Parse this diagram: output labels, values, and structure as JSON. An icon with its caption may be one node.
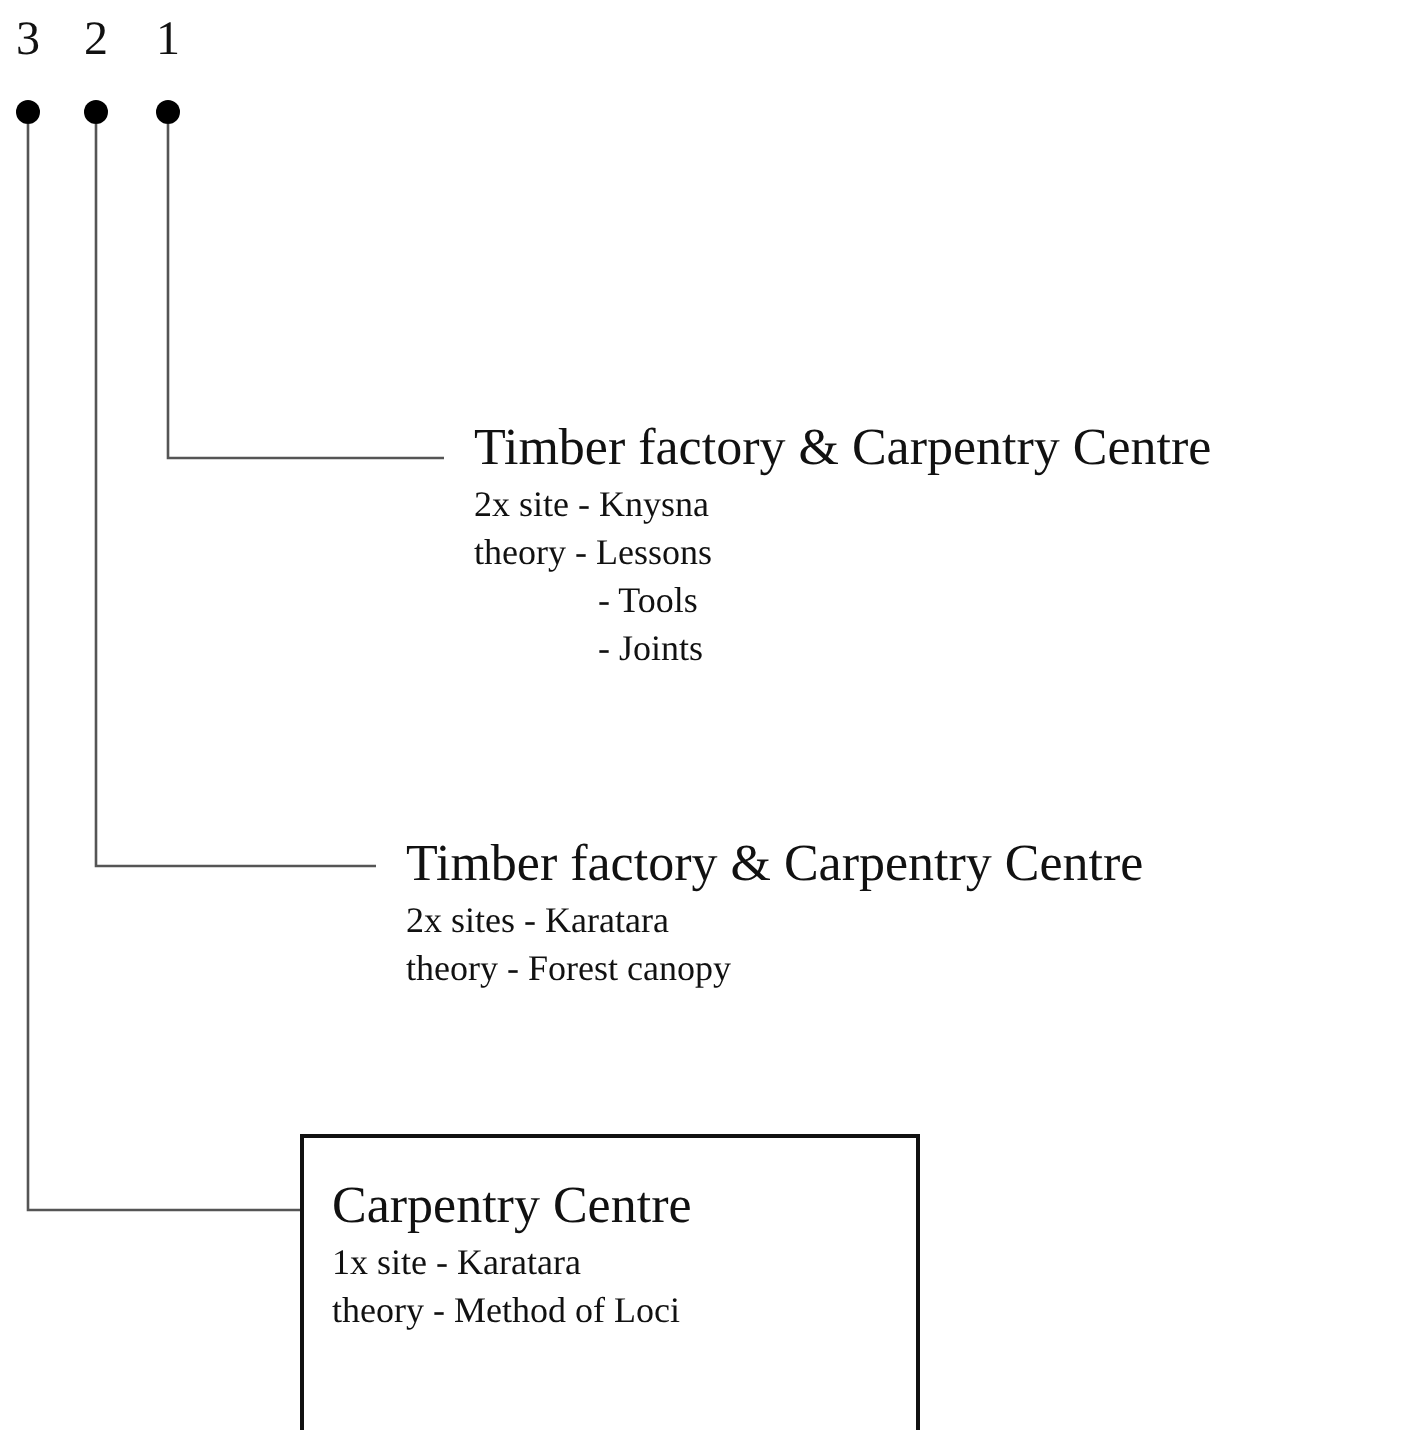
{
  "diagram": {
    "nodes": [
      {
        "text": [
          "3"
        ]
      },
      {
        "text": [
          "2"
        ]
      },
      {
        "text": [
          "1"
        ]
      },
      {
        "text": [
          "Timber factory & Carpentry Centre",
          "2x site - Knysna",
          "theory - Lessons",
          "- Tools",
          "- Joints"
        ]
      },
      {
        "text": [
          "Timber factory & Carpentry Centre",
          "2x sites - Karatara",
          "theory - Forest canopy"
        ]
      },
      {
        "text": [
          "Carpentry Centre",
          "1x site - Karatara",
          "theory - Method of Loci"
        ]
      }
    ],
    "edges": [
      {
        "from": 0,
        "to": 5,
        "arrow": "none"
      },
      {
        "from": 1,
        "to": 4,
        "arrow": "none"
      },
      {
        "from": 2,
        "to": 3,
        "arrow": "none"
      }
    ]
  }
}
